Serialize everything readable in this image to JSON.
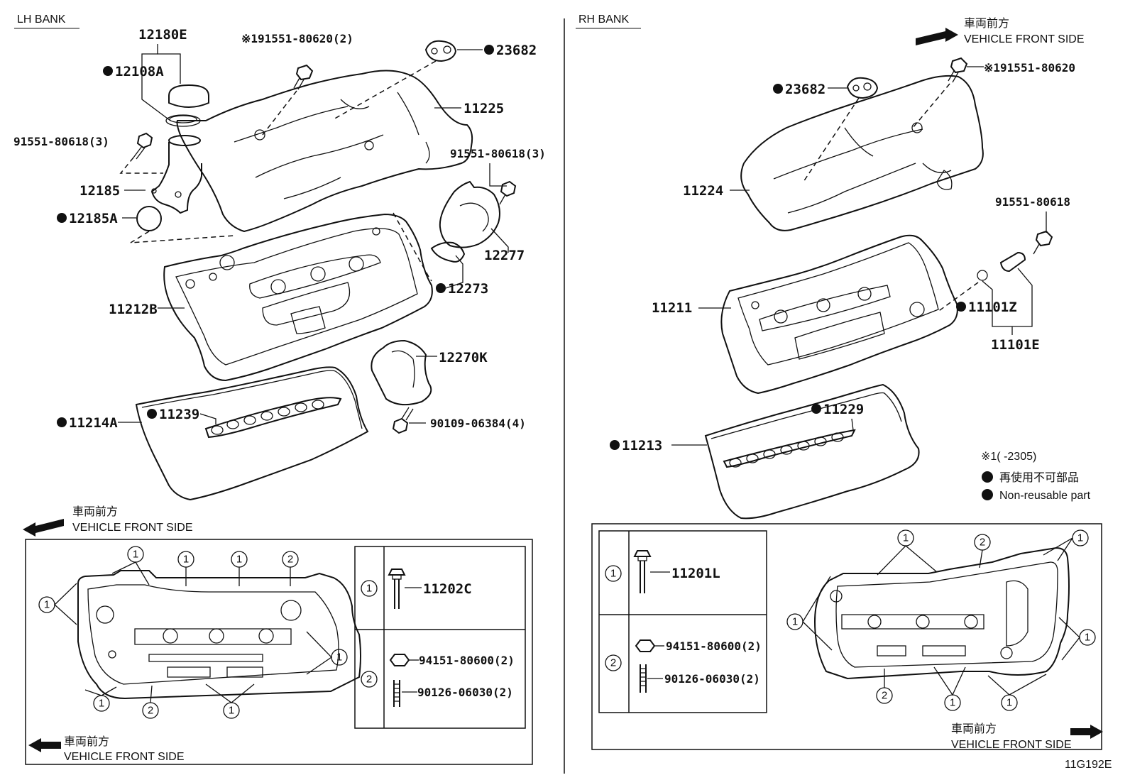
{
  "left": {
    "bank_label": "LH BANK",
    "parts": {
      "p12180E": "12180E",
      "p12108A": "12108A",
      "p91551_80620": "※191551-80620(2)",
      "p23682": "23682",
      "p11225": "11225",
      "p91551_80618_a": "91551-80618(3)",
      "p91551_80618_b": "91551-80618(3)",
      "p12185": "12185",
      "p12185A": "12185A",
      "p12277": "12277",
      "p12273": "12273",
      "p11212B": "11212B",
      "p12270K": "12270K",
      "p11239": "11239",
      "p11214A": "11214A",
      "p90109": "90109-06384(4)"
    },
    "front_jp": "車両前方",
    "front_en": "VEHICLE FRONT SIDE",
    "detail": {
      "front_jp": "車両前方",
      "front_en": "VEHICLE FRONT SIDE",
      "legend": {
        "row1_num": "1",
        "row1_part": "11202C",
        "row2_num": "2",
        "row2_part_a": "94151-80600(2)",
        "row2_part_b": "90126-06030(2)"
      }
    }
  },
  "right": {
    "bank_label": "RH BANK",
    "front_jp": "車両前方",
    "front_en": "VEHICLE FRONT SIDE",
    "parts": {
      "p91551_80620": "※191551-80620",
      "p23682": "23682",
      "p11224": "11224",
      "p91551_80618": "91551-80618",
      "p11211": "11211",
      "p11101Z": "11101Z",
      "p11101E": "11101E",
      "p11229": "11229",
      "p11213": "11213"
    },
    "notes": {
      "note1": "※1(      -2305)",
      "non_reusable_jp": "再使用不可部品",
      "non_reusable_en": "Non-reusable part"
    },
    "detail": {
      "front_jp": "車両前方",
      "front_en": "VEHICLE FRONT SIDE",
      "legend": {
        "row1_num": "1",
        "row1_part": "11201L",
        "row2_num": "2",
        "row2_part_a": "94151-80600(2)",
        "row2_part_b": "90126-06030(2)"
      }
    }
  },
  "diagram_code": "11G192E"
}
